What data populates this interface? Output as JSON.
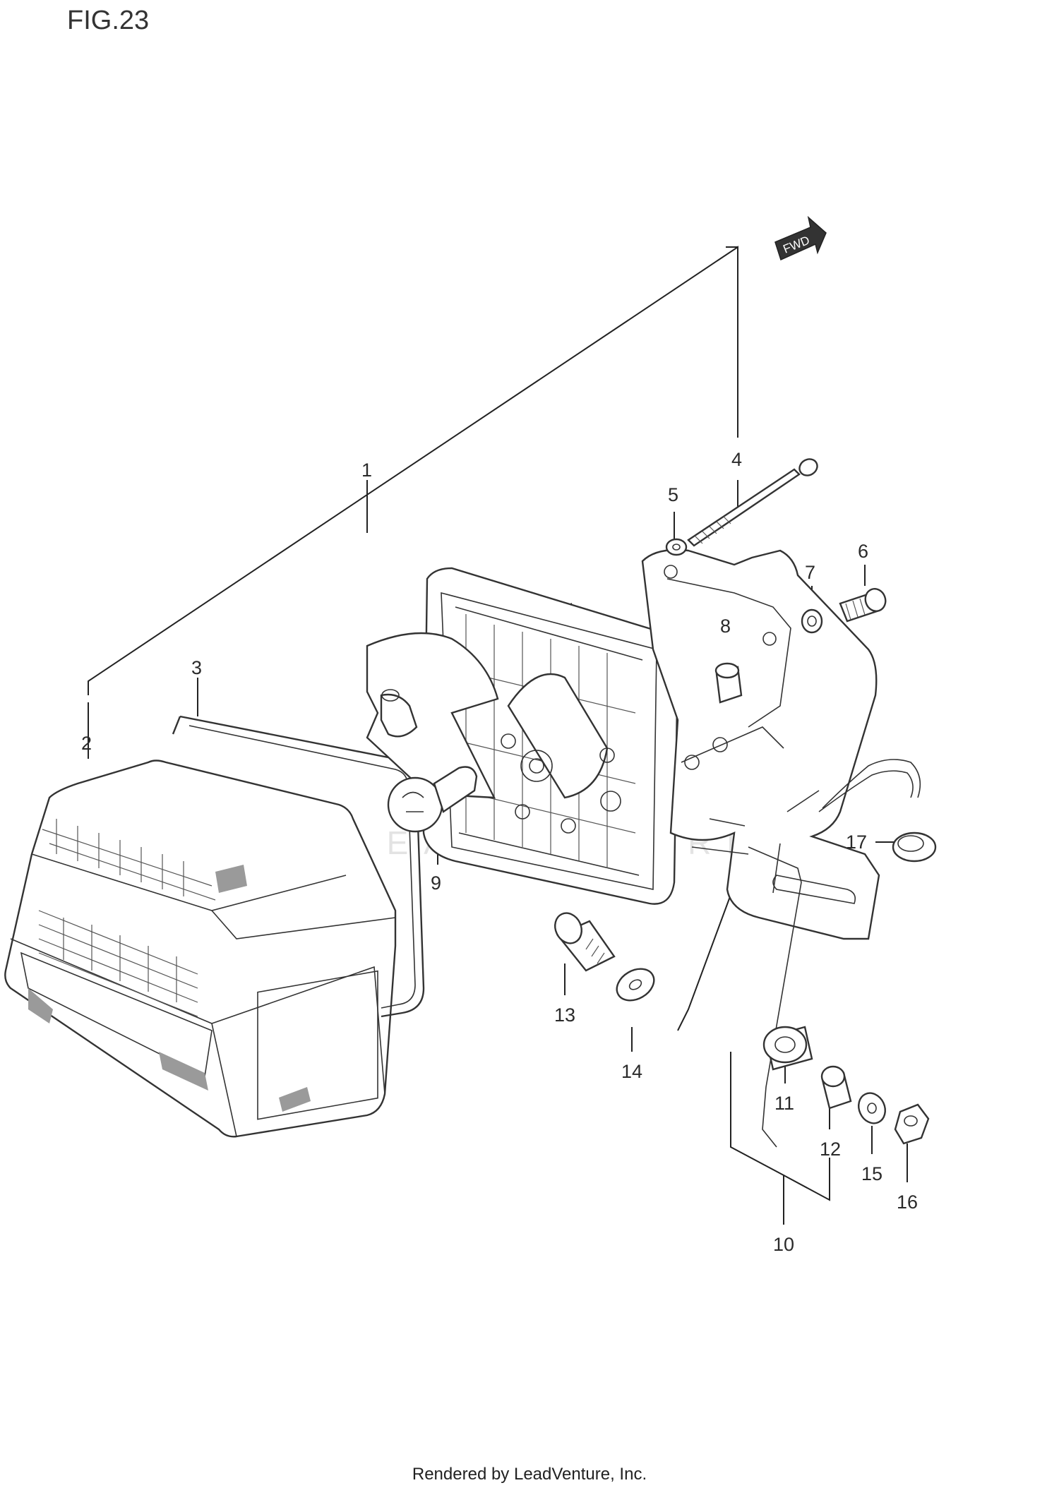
{
  "figure_title": "FIG.23",
  "direction_marker": "FWD",
  "watermark": "LEADVENTURE",
  "footer_text": "Rendered by LeadVenture, Inc.",
  "callouts": [
    {
      "id": "callout-1",
      "label": "1"
    },
    {
      "id": "callout-2",
      "label": "2"
    },
    {
      "id": "callout-3",
      "label": "3"
    },
    {
      "id": "callout-4",
      "label": "4"
    },
    {
      "id": "callout-5",
      "label": "5"
    },
    {
      "id": "callout-6",
      "label": "6"
    },
    {
      "id": "callout-7",
      "label": "7"
    },
    {
      "id": "callout-8",
      "label": "8"
    },
    {
      "id": "callout-9",
      "label": "9"
    },
    {
      "id": "callout-10",
      "label": "10"
    },
    {
      "id": "callout-11",
      "label": "11"
    },
    {
      "id": "callout-12",
      "label": "12"
    },
    {
      "id": "callout-13",
      "label": "13"
    },
    {
      "id": "callout-14",
      "label": "14"
    },
    {
      "id": "callout-15",
      "label": "15"
    },
    {
      "id": "callout-16",
      "label": "16"
    },
    {
      "id": "callout-17",
      "label": "17"
    }
  ]
}
